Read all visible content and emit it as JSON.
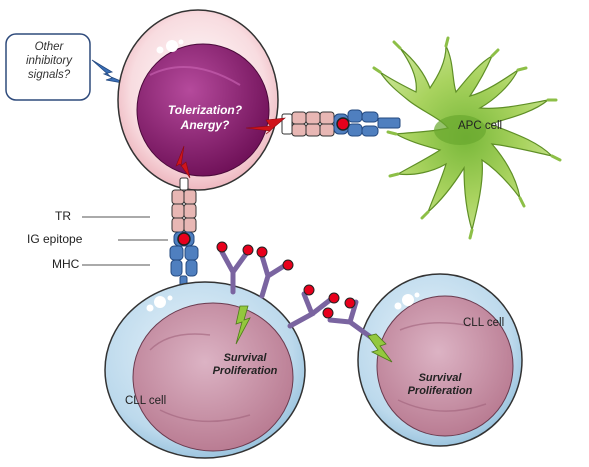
{
  "callout": {
    "line1": "Other",
    "line2": "inhibitory",
    "line3": "signals?"
  },
  "t_cell": {
    "line1": "Tolerization?",
    "line2": "Anergy?"
  },
  "apc_cell": {
    "label": "APC cell"
  },
  "side_labels": {
    "tr": "TR",
    "ig_epitope": "IG epitope",
    "mhc": "MHC"
  },
  "cll_left": {
    "label": "CLL cell",
    "signal_line1": "Survival",
    "signal_line2": "Proliferation"
  },
  "cll_right": {
    "label": "CLL cell",
    "signal_line1": "Survival",
    "signal_line2": "Proliferation"
  },
  "colors": {
    "t_cell_outer": "#f6d3d8",
    "t_cell_nucleus": "#8e1d73",
    "apc": "#9fce52",
    "cll_outer": "#b9d7ea",
    "cll_nucleus": "#c78fa6",
    "receptor_pink": "#e8b7b4",
    "receptor_blue": "#4f7fbf",
    "bcr_purple": "#7a64a0",
    "epitope_red": "#e8001c",
    "bolt_blue": "#3a6fb7",
    "bolt_red": "#d0141b",
    "bolt_green": "#93c83e"
  }
}
